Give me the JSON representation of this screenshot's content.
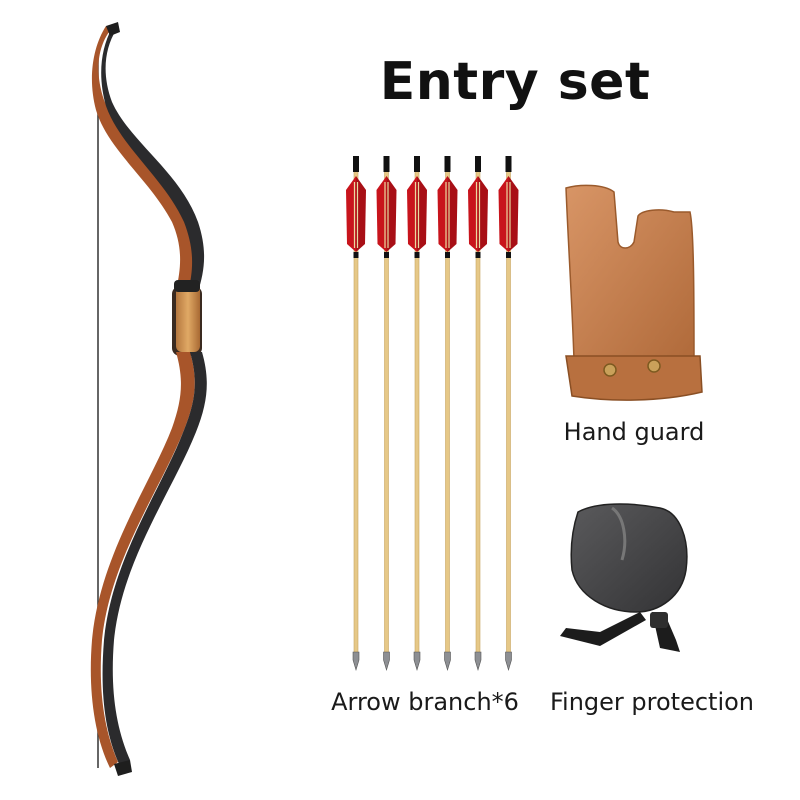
{
  "title": "Entry set",
  "items": {
    "bow": {
      "icon": "recurve-bow-icon"
    },
    "arrows": {
      "label": "Arrow branch*6",
      "count": 6,
      "icon": "arrow-icon"
    },
    "hand_guard": {
      "label": "Hand guard",
      "icon": "leather-hand-guard-icon"
    },
    "finger_protection": {
      "label": "Finger protection",
      "icon": "finger-tab-icon"
    }
  },
  "colors": {
    "fletching_red": "#c8141c",
    "shaft_wood": "#e6c887",
    "bow_limb_dark": "#2b2b2d",
    "bow_wood": "#a8552a",
    "leather_brown": "#c17a4a",
    "finger_tab_gray": "#4a4a4c"
  }
}
